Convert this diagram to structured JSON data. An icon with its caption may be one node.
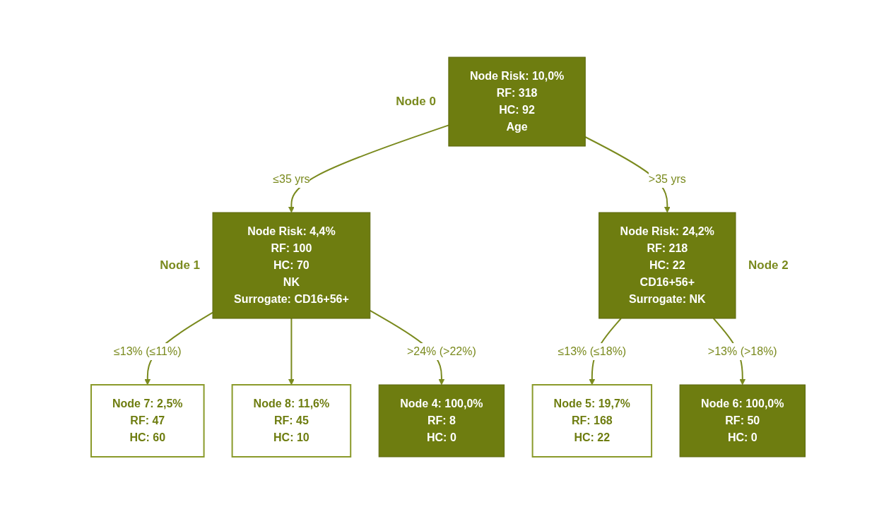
{
  "diagram": {
    "nodes": [
      {
        "text": [
          "Node Risk: 10,0%",
          "RF: 318",
          "HC: 92",
          "Age"
        ],
        "beside": [
          "Node 0"
        ]
      },
      {
        "text": [
          "Node Risk: 4,4%",
          "RF: 100",
          "HC: 70",
          "NK",
          "Surrogate: CD16+56+"
        ],
        "beside": [
          "Node 1"
        ]
      },
      {
        "text": [
          "Node Risk: 24,2%",
          "RF: 218",
          "HC: 22",
          "CD16+56+",
          "Surrogate: NK"
        ],
        "beside": [
          "Node 2"
        ]
      },
      {
        "text": [
          "Node 7: 2,5%",
          "RF: 47",
          "HC: 60"
        ]
      },
      {
        "text": [
          "Node 8: 11,6%",
          "RF: 45",
          "HC: 10"
        ]
      },
      {
        "text": [
          "Node 4: 100,0%",
          "RF: 8",
          "HC: 0"
        ]
      },
      {
        "text": [
          "Node 5: 19,7%",
          "RF: 168",
          "HC: 22"
        ]
      },
      {
        "text": [
          "Node 6: 100,0%",
          "RF: 50",
          "HC: 0"
        ]
      }
    ],
    "edges": [
      {
        "from": 0,
        "to": 1,
        "arrow": "to",
        "label": "≤35 yrs"
      },
      {
        "from": 0,
        "to": 2,
        "arrow": "to",
        "label": ">35 yrs"
      },
      {
        "from": 1,
        "to": 3,
        "arrow": "to",
        "label": "≤13% (≤11%)"
      },
      {
        "from": 1,
        "to": 4,
        "arrow": "to"
      },
      {
        "from": 1,
        "to": 5,
        "arrow": "to",
        "label": ">24% (>22%)"
      },
      {
        "from": 2,
        "to": 6,
        "arrow": "to",
        "label": "≤13% (≤18%)"
      },
      {
        "from": 2,
        "to": 7,
        "arrow": "to",
        "label": ">13% (>18%)"
      }
    ]
  }
}
